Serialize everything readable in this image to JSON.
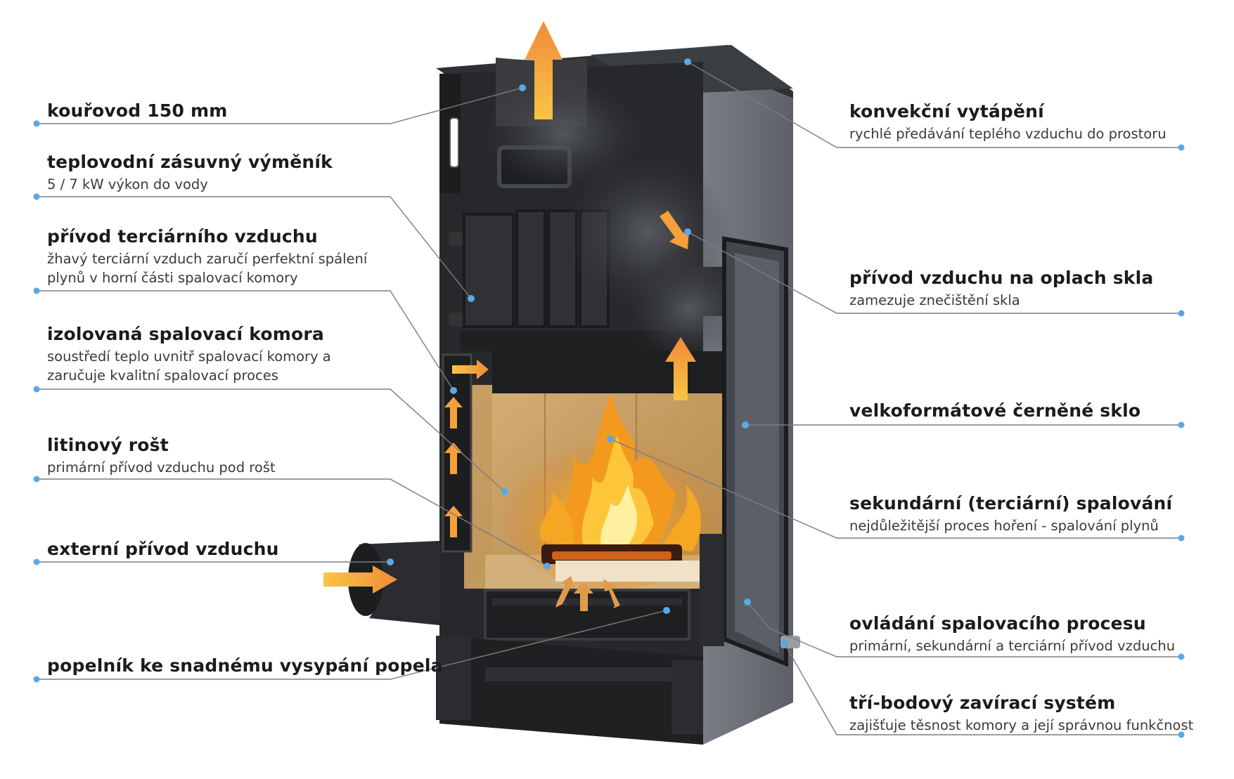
{
  "labels": [
    {
      "id": "flue",
      "title": "kouřovod 150 mm",
      "sub": []
    },
    {
      "id": "exchanger",
      "title": "teplovodní zásuvný výměník",
      "sub": [
        "5 / 7 kW výkon do vody"
      ]
    },
    {
      "id": "tertiary_air",
      "title": "přívod terciárního vzduchu",
      "sub": [
        "žhavý terciární vzduch zaručí perfektní spálení",
        "plynů v horní části spalovací komory"
      ]
    },
    {
      "id": "chamber",
      "title": "izolovaná spalovací komora",
      "sub": [
        "soustředí teplo uvnitř spalovací komory a",
        "zaručuje kvalitní spalovací proces"
      ]
    },
    {
      "id": "grate",
      "title": "litinový rošt",
      "sub": [
        "primární přívod vzduchu pod rošt"
      ]
    },
    {
      "id": "external_air",
      "title": "externí přívod vzduchu",
      "sub": []
    },
    {
      "id": "ashpan",
      "title": "popelník ke snadnému vysypání popela",
      "sub": []
    },
    {
      "id": "convection",
      "title": "konvekční vytápění",
      "sub": [
        "rychlé předávání teplého vzduchu do prostoru"
      ]
    },
    {
      "id": "glass_air",
      "title": "přívod vzduchu na oplach skla",
      "sub": [
        "zamezuje znečištění skla"
      ]
    },
    {
      "id": "glass",
      "title": "velkoformátové černěné sklo",
      "sub": []
    },
    {
      "id": "secondary",
      "title": "sekundární (terciární) spalování",
      "sub": [
        "nejdůležitější proces hoření - spalování plynů"
      ]
    },
    {
      "id": "control",
      "title": "ovládání spalovacího procesu",
      "sub": [
        "primární, sekundární a terciární přívod vzduchu"
      ]
    },
    {
      "id": "lock",
      "title": "tří-bodový zavírací systém",
      "sub": [
        "zajišťuje těsnost komory a její správnou funkčnost"
      ]
    }
  ],
  "colors": {
    "leader_line": "#7d7d7d",
    "marker": "#5aa8e6",
    "steel_dark": "#2b2d30",
    "steel_side": "#6e7278",
    "firebrick": "#c9a46a",
    "flame": "#f7a21b",
    "arrow": "#f5a03a"
  }
}
